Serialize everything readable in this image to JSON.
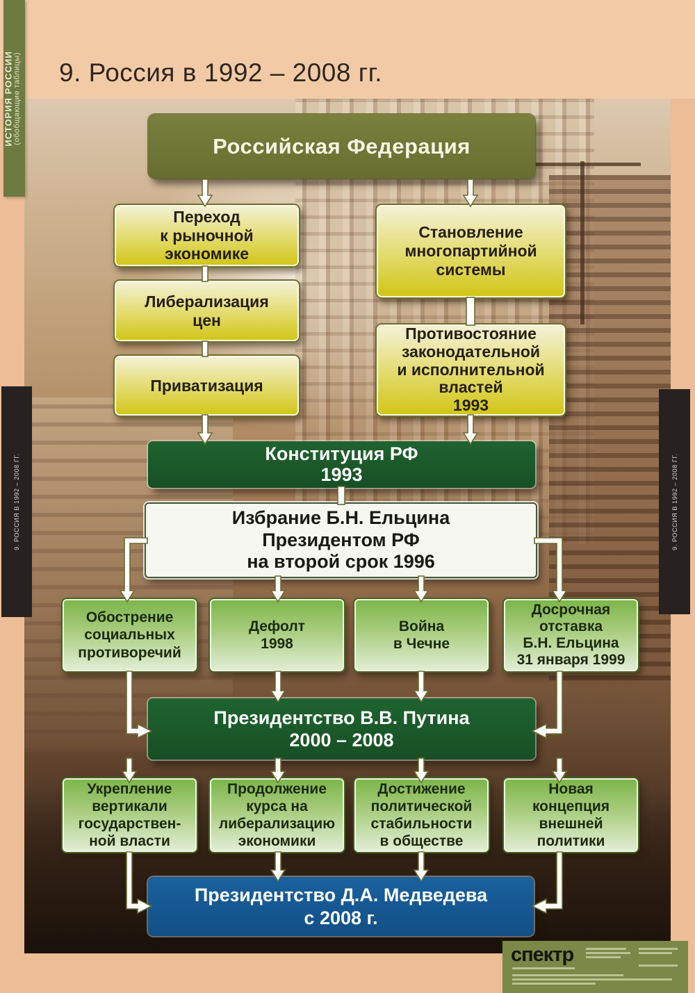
{
  "header": {
    "title": "9. Россия в 1992 – 2008 гг."
  },
  "strips": {
    "series_title": "ИСТОРИЯ РОССИИ",
    "series_subtitle": "(обобщающие таблицы)",
    "edge_label": "9. РОССИЯ В 1992 – 2008 ГГ."
  },
  "nodes": {
    "federation": "Российская Федерация",
    "market_transition": "Переход\nк рыночной\nэкономике",
    "price_liberalization": "Либерализация\nцен",
    "privatization": "Приватизация",
    "multiparty_system": "Становление\nмногопартийной\nсистемы",
    "powers_confrontation": "Противостояние\nзаконодательной\nи исполнительной\nвластей\n1993",
    "constitution": "Конституция РФ\n1993",
    "yeltsin_reelection": "Избрание Б.Н. Ельцина\nПрезидентом РФ\nна второй срок 1996",
    "social_tensions": "Обострение\nсоциальных\nпротиворечий",
    "default_1998": "Дефолт\n1998",
    "chechen_war": "Война\nв Чечне",
    "yeltsin_resignation": "Досрочная\nотставка\nБ.Н. Ельцина\n31 января 1999",
    "putin_presidency": "Президентство В.В. Путина\n2000 – 2008",
    "power_vertical": "Укрепление\nвертикали\nгосударствен-\nной власти",
    "liberalization_course": "Продолжение\nкурса на\nлиберализацию\nэкономики",
    "political_stability": "Достижение\nполитической\nстабильности\nв обществе",
    "foreign_policy_concept": "Новая\nконцепция\nвнешней\nполитики",
    "medvedev_presidency": "Президентство Д.А. Медведева\nс 2008 г."
  },
  "footer": {
    "brand": "спектр"
  },
  "colors": {
    "peach_background": "#ecbd96",
    "olive_accent": "#6e7537",
    "dark_green": "#1a5a29",
    "yellow_node": "#d8cd1f",
    "light_green_node": "#85ba4f",
    "blue_node": "#15548f",
    "edge_strip_black": "#272221",
    "publisher_olive": "#7a8947"
  }
}
